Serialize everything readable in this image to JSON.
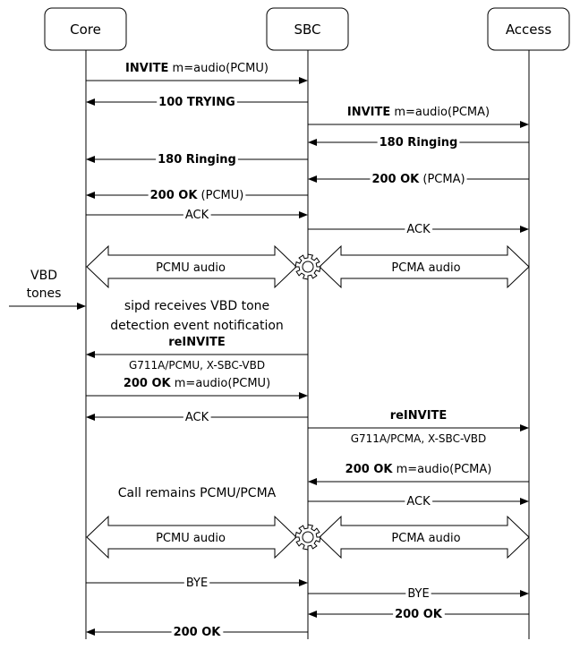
{
  "entities": [
    {
      "id": "core",
      "label": "Core"
    },
    {
      "id": "sbc",
      "label": "SBC"
    },
    {
      "id": "access",
      "label": "Access"
    }
  ],
  "messages": [
    {
      "from": "core",
      "to": "sbc",
      "bold": "INVITE",
      "text": " m=audio(PCMU)",
      "mid": false
    },
    {
      "from": "sbc",
      "to": "core",
      "bold": "100 TRYING",
      "text": "",
      "mid": true
    },
    {
      "from": "sbc",
      "to": "access",
      "bold": "INVITE",
      "text": " m=audio(PCMA)",
      "mid": false
    },
    {
      "from": "access",
      "to": "sbc",
      "bold": "180 Ringing",
      "text": "",
      "mid": true
    },
    {
      "from": "sbc",
      "to": "core",
      "bold": "180 Ringing",
      "text": "",
      "mid": true
    },
    {
      "from": "access",
      "to": "sbc",
      "bold": "200 OK",
      "text": " (PCMA)",
      "mid": true
    },
    {
      "from": "sbc",
      "to": "core",
      "bold": "200 OK",
      "text": " (PCMU)",
      "mid": true
    },
    {
      "from": "core",
      "to": "sbc",
      "bold": "",
      "text": "ACK",
      "mid": true
    },
    {
      "from": "sbc",
      "to": "access",
      "bold": "",
      "text": "ACK",
      "mid": true
    },
    {
      "from": "sbc",
      "to": "core",
      "bold": "reINVITE",
      "text": "",
      "sub": "G711A/PCMU, X-SBC-VBD",
      "mid": false
    },
    {
      "from": "core",
      "to": "sbc",
      "bold": "200 OK",
      "text": " m=audio(PCMU)",
      "mid": false
    },
    {
      "from": "sbc",
      "to": "core",
      "bold": "",
      "text": "ACK",
      "mid": true
    },
    {
      "from": "sbc",
      "to": "access",
      "bold": "reINVITE",
      "text": "",
      "sub": "G711A/PCMA, X-SBC-VBD",
      "mid": false
    },
    {
      "from": "access",
      "to": "sbc",
      "bold": "200 OK",
      "text": " m=audio(PCMA)",
      "mid": false
    },
    {
      "from": "sbc",
      "to": "access",
      "bold": "",
      "text": "ACK",
      "mid": true
    },
    {
      "from": "core",
      "to": "sbc",
      "bold": "",
      "text": "BYE",
      "mid": true
    },
    {
      "from": "sbc",
      "to": "access",
      "bold": "",
      "text": "BYE",
      "mid": true
    },
    {
      "from": "access",
      "to": "sbc",
      "bold": "200 OK",
      "text": "",
      "mid": true
    },
    {
      "from": "sbc",
      "to": "core",
      "bold": "200 OK",
      "text": "",
      "mid": true
    }
  ],
  "media_streams": [
    {
      "left_label": "PCMU audio",
      "right_label": "PCMA audio"
    },
    {
      "left_label": "PCMU audio",
      "right_label": "PCMA audio"
    }
  ],
  "external_input": {
    "line1": "VBD",
    "line2": "tones"
  },
  "notes": [
    {
      "line1": "sipd receives VBD tone",
      "line2": "detection event notification"
    },
    {
      "line1": "Call remains PCMU/PCMA"
    }
  ]
}
